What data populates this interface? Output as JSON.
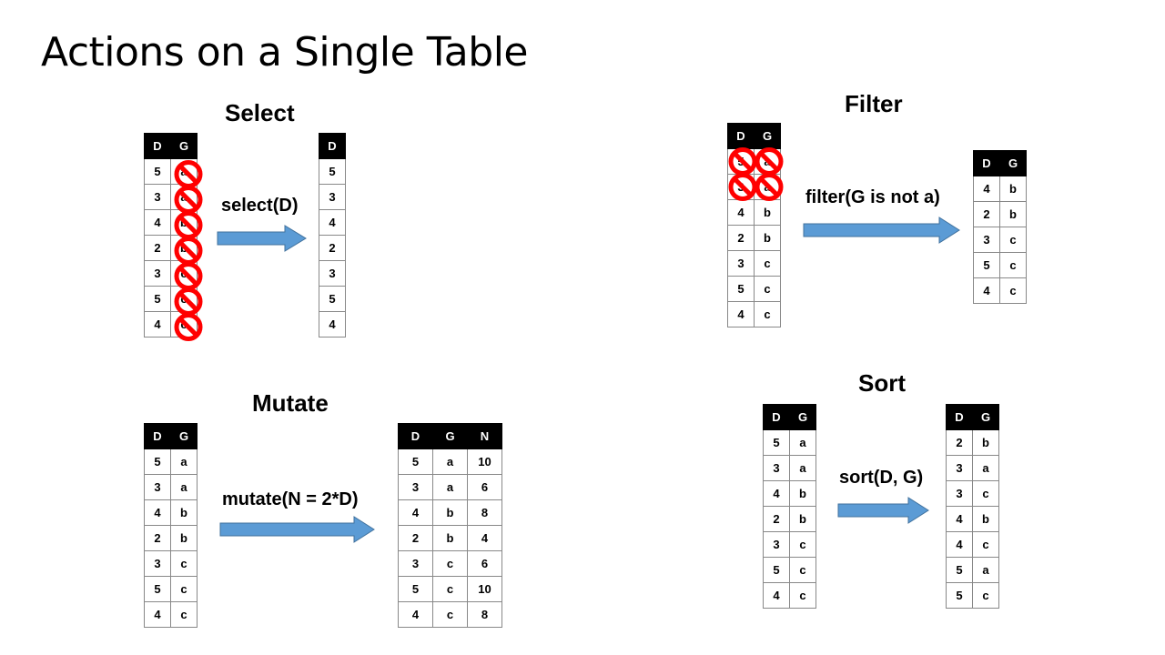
{
  "slide": {
    "title": "Actions on a Single Table"
  },
  "colors": {
    "arrow": "#5B9BD5",
    "arrow_stroke": "#41719C",
    "prohibit": "#FF0000",
    "header_bg": "#000000"
  },
  "icons": {
    "removed_marker": "prohibit-icon",
    "transform_arrow": "right-arrow-icon"
  },
  "select": {
    "title": "Select",
    "op": "select(D)",
    "input": {
      "columns": [
        "D",
        "G"
      ],
      "rows": [
        [
          "5",
          "a"
        ],
        [
          "3",
          "a"
        ],
        [
          "4",
          "b"
        ],
        [
          "2",
          "b"
        ],
        [
          "3",
          "c"
        ],
        [
          "5",
          "c"
        ],
        [
          "4",
          "c"
        ]
      ]
    },
    "output": {
      "columns": [
        "D"
      ],
      "rows": [
        [
          "5"
        ],
        [
          "3"
        ],
        [
          "4"
        ],
        [
          "2"
        ],
        [
          "3"
        ],
        [
          "5"
        ],
        [
          "4"
        ]
      ]
    },
    "removed": "column G"
  },
  "filter": {
    "title": "Filter",
    "op": "filter(G is not a)",
    "input": {
      "columns": [
        "D",
        "G"
      ],
      "rows": [
        [
          "5",
          "a"
        ],
        [
          "3",
          "a"
        ],
        [
          "4",
          "b"
        ],
        [
          "2",
          "b"
        ],
        [
          "3",
          "c"
        ],
        [
          "5",
          "c"
        ],
        [
          "4",
          "c"
        ]
      ]
    },
    "output": {
      "columns": [
        "D",
        "G"
      ],
      "rows": [
        [
          "4",
          "b"
        ],
        [
          "2",
          "b"
        ],
        [
          "3",
          "c"
        ],
        [
          "5",
          "c"
        ],
        [
          "4",
          "c"
        ]
      ]
    },
    "removed": "rows 1-2"
  },
  "mutate": {
    "title": "Mutate",
    "op": "mutate(N = 2*D)",
    "input": {
      "columns": [
        "D",
        "G"
      ],
      "rows": [
        [
          "5",
          "a"
        ],
        [
          "3",
          "a"
        ],
        [
          "4",
          "b"
        ],
        [
          "2",
          "b"
        ],
        [
          "3",
          "c"
        ],
        [
          "5",
          "c"
        ],
        [
          "4",
          "c"
        ]
      ]
    },
    "output": {
      "columns": [
        "D",
        "G",
        "N"
      ],
      "rows": [
        [
          "5",
          "a",
          "10"
        ],
        [
          "3",
          "a",
          "6"
        ],
        [
          "4",
          "b",
          "8"
        ],
        [
          "2",
          "b",
          "4"
        ],
        [
          "3",
          "c",
          "6"
        ],
        [
          "5",
          "c",
          "10"
        ],
        [
          "4",
          "c",
          "8"
        ]
      ]
    }
  },
  "sort": {
    "title": "Sort",
    "op": "sort(D, G)",
    "input": {
      "columns": [
        "D",
        "G"
      ],
      "rows": [
        [
          "5",
          "a"
        ],
        [
          "3",
          "a"
        ],
        [
          "4",
          "b"
        ],
        [
          "2",
          "b"
        ],
        [
          "3",
          "c"
        ],
        [
          "5",
          "c"
        ],
        [
          "4",
          "c"
        ]
      ]
    },
    "output": {
      "columns": [
        "D",
        "G"
      ],
      "rows": [
        [
          "2",
          "b"
        ],
        [
          "3",
          "a"
        ],
        [
          "3",
          "c"
        ],
        [
          "4",
          "b"
        ],
        [
          "4",
          "c"
        ],
        [
          "5",
          "a"
        ],
        [
          "5",
          "c"
        ]
      ]
    }
  }
}
